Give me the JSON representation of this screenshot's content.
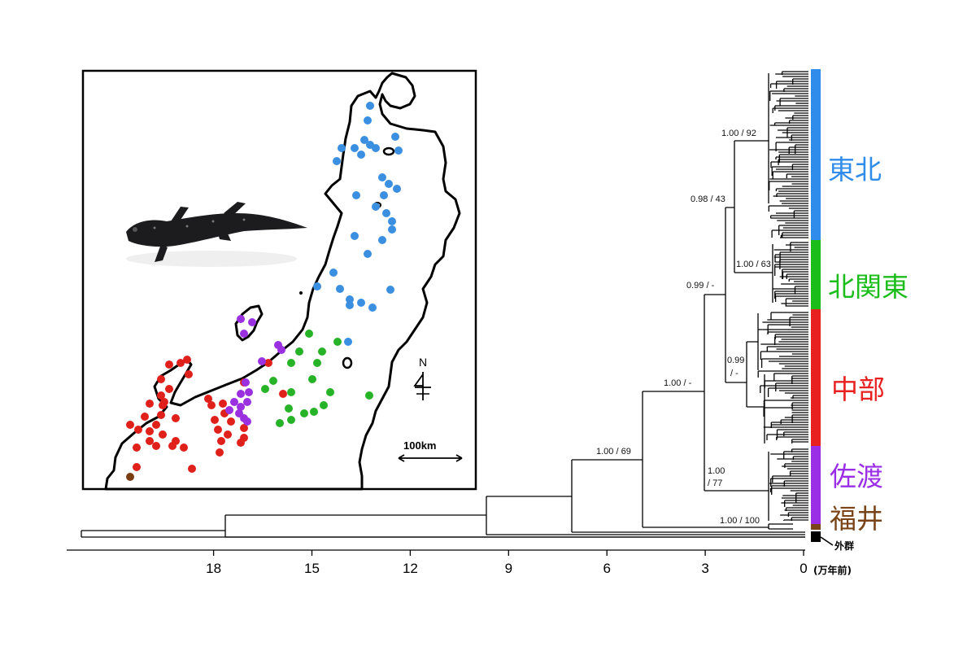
{
  "map": {
    "north_label": "N",
    "scale_label": "100km",
    "dot_colors": {
      "tohoku": "#3b8fe0",
      "kitakanto": "#27b327",
      "chubu": "#e0201b",
      "sado": "#9b30e0",
      "fukui": "#7a3d12"
    }
  },
  "clades": [
    {
      "key": "tohoku",
      "label": "東北",
      "color": "#2f8cea"
    },
    {
      "key": "kitakanto",
      "label": "北関東",
      "color": "#1bbd1b"
    },
    {
      "key": "chubu",
      "label": "中部",
      "color": "#e8201f"
    },
    {
      "key": "sado",
      "label": "佐渡",
      "color": "#9a2ee6"
    },
    {
      "key": "fukui",
      "label": "福井",
      "color": "#7a4418"
    }
  ],
  "outgroup": {
    "label": "外群",
    "color": "#000000"
  },
  "support_values": [
    "1.00 / 92",
    "0.98 / 43",
    "1.00 / 63",
    "0.99 / -",
    "0.99",
    "/ -",
    "1.00 /  -",
    "1.00",
    "/ 77",
    "1.00 / 69",
    "1.00 / 100"
  ],
  "time_axis": {
    "ticks": [
      {
        "label": "18",
        "value": 18
      },
      {
        "label": "15",
        "value": 15
      },
      {
        "label": "12",
        "value": 12
      },
      {
        "label": "9",
        "value": 9
      },
      {
        "label": "6",
        "value": 6
      },
      {
        "label": "3",
        "value": 3
      },
      {
        "label": "0",
        "value": 0
      }
    ],
    "unit": "(万年前)"
  }
}
